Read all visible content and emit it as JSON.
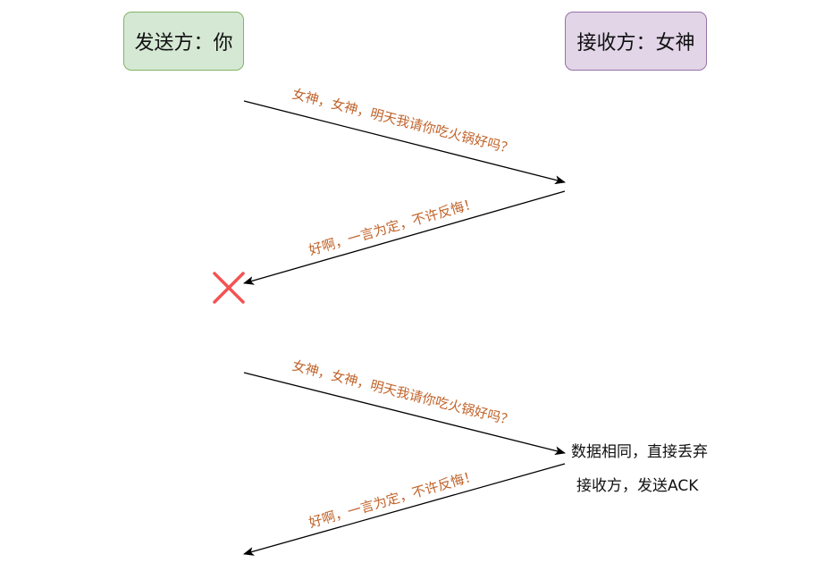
{
  "actors": {
    "sender": {
      "label": "发送方：你",
      "fill": "#d5e8d4",
      "stroke": "#82b366"
    },
    "receiver": {
      "label": "接收方：女神",
      "fill": "#e1d5e7",
      "stroke": "#9673a6"
    }
  },
  "messages": [
    {
      "id": "request-1",
      "label": "女神，女神，明天我请你吃火锅好吗？",
      "from": "sender",
      "to": "receiver"
    },
    {
      "id": "reply-1",
      "label": "好啊，一言为定，不许反悔！",
      "from": "receiver",
      "to": "sender",
      "lost": true
    },
    {
      "id": "request-2",
      "label": "女神，女神，明天我请你吃火锅好吗？",
      "from": "sender",
      "to": "receiver"
    },
    {
      "id": "reply-2",
      "label": "好啊，一言为定，不许反悔！",
      "from": "receiver",
      "to": "sender"
    }
  ],
  "notes": {
    "duplicate_line1": "数据相同，直接丢弃",
    "duplicate_line2": "接收方，发送ACK"
  },
  "colors": {
    "label_text": "#c0632a",
    "lost_marker": "#f35353",
    "arrow": "#000000"
  },
  "icons": {
    "lost_marker": "x-mark-icon"
  }
}
